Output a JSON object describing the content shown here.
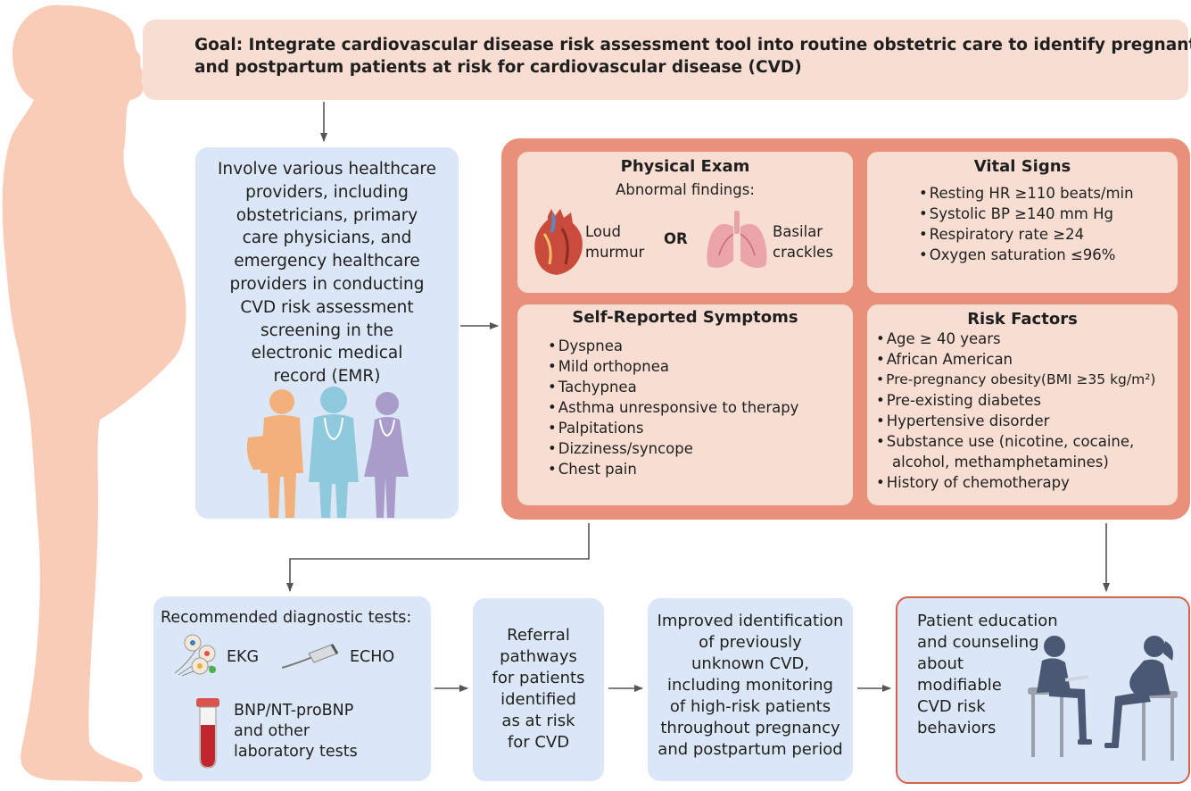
{
  "goal": {
    "line1": "Goal: Integrate cardiovascular disease risk assessment tool into routine obstetric care to identify pregnant",
    "line2": "and postpartum patients at risk for cardiovascular disease (CVD)"
  },
  "providers": {
    "lines": [
      "Involve various healthcare",
      "providers, including",
      "obstetricians, primary",
      "care physicians, and",
      "emergency healthcare",
      "providers in conducting",
      "CVD risk assessment",
      "screening in the",
      "electronic medical",
      "record (EMR)"
    ]
  },
  "physical_exam": {
    "title": "Physical Exam",
    "subtitle": "Abnormal findings:",
    "left_line1": "Loud",
    "left_line2": "murmur",
    "or": "OR",
    "right_line1": "Basilar",
    "right_line2": "crackles"
  },
  "vital_signs": {
    "title": "Vital Signs",
    "items": [
      "Resting HR ≥110 beats/min",
      "Systolic BP ≥140 mm Hg",
      "Respiratory rate ≥24",
      "Oxygen saturation ≤96%"
    ]
  },
  "symptoms": {
    "title": "Self-Reported Symptoms",
    "items": [
      "Dyspnea",
      "Mild orthopnea",
      "Tachypnea",
      "Asthma unresponsive to therapy",
      "Palpitations",
      "Dizziness/syncope",
      "Chest pain"
    ]
  },
  "risk_factors": {
    "title": "Risk Factors",
    "items": [
      "Age ≥ 40 years",
      "African American",
      "Pre-pregnancy obesity(BMI ≥35 kg/m²)",
      "Pre-existing diabetes",
      "Hypertensive disorder",
      "Substance use (nicotine, cocaine,"
    ],
    "continuation": "alcohol, methamphetamines)",
    "last_item": "History of chemotherapy"
  },
  "diagnostics": {
    "title": "Recommended diagnostic tests:",
    "ekg": "EKG",
    "echo": "ECHO",
    "lab_line1": "BNP/NT-proBNP",
    "lab_line2": "and other",
    "lab_line3": "laboratory tests"
  },
  "referral": {
    "lines": [
      "Referral",
      "pathways",
      "for patients",
      "identified",
      "as at risk",
      "for CVD"
    ]
  },
  "improved": {
    "lines": [
      "Improved identification",
      "of previously",
      "unknown CVD,",
      "including monitoring",
      "of high-risk patients",
      "throughout pregnancy",
      "and postpartum period"
    ]
  },
  "education": {
    "lines": [
      "Patient education",
      "and counseling",
      "about",
      "modifiable",
      "CVD risk",
      "behaviors"
    ]
  },
  "colors": {
    "skin": "#f8ccb6",
    "goal_bg": "#f8ddd2",
    "blue_box": "#dbe7f6",
    "orange_frame": "#e8907a",
    "accent_border": "#d9624c",
    "arrow": "#555555"
  }
}
